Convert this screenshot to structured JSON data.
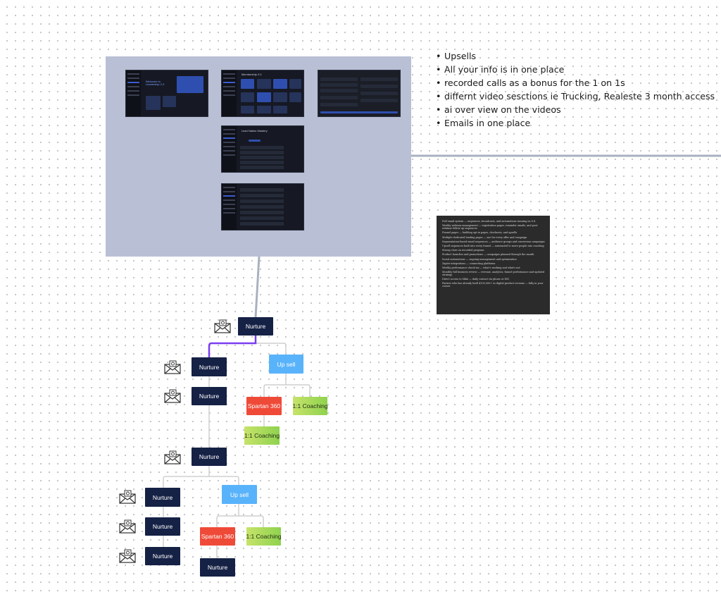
{
  "bullets": [
    "Upsells",
    "All your info is in one place",
    "recorded calls as a bonus  for the 1 on 1s",
    "differnt video sesctions ie Trucking, Realeste 3 month access",
    "ai over view on the videos",
    "Emails in one place"
  ],
  "screens": {
    "welcome_title": "Welcome to Leadership 2.0",
    "membership_title": "Membership 2.0",
    "course_title": "Lead Nation Mastery"
  },
  "notes": [
    "Full email system — sequences, broadcasts, and automations running on 8.4",
    "Weekly webinar management — registration pages, reminder emails, and post-webinar follow-up sequences",
    "Funnel pages — building opt-in pages, checkouts, and upsells",
    "Multiple dedicated landing pages — one for every offer and campaign",
    "Segmentation-based email sequences — audience groups and conversion campaigns",
    "Upsell sequences built into every funnel — automated to move people into coaching",
    "Strong close on recorded program",
    "Product launches and promotions — campaigns planned through the month",
    "Social automations — ongoing management and optimization",
    "Zapier integrations — connecting platforms",
    "Weekly performance check-ins — what's working and what's not",
    "Monthly full business review — revenue, analytics, funnel performance and updated strategy",
    "Direct access to Mike — daily contact via phone or DM",
    "Partner who has already built $100,000+ in digital product revenue — fully in your corner"
  ],
  "flow": {
    "nurture": "Nurture",
    "up_sell": "Up sell",
    "up_sell_alt": "Up sell",
    "spartan": "Spartan 360",
    "coaching": "1:1 Coaching"
  },
  "colors": {
    "frame": "#b9bfd4",
    "navy_node": "#152145",
    "upsell_node": "#59b3fb",
    "spartan_node": "#ef4a38",
    "coaching_node": "#9ed955",
    "highlight_connector": "#7a3df0",
    "connector": "#cfcfcf"
  },
  "icons": [
    "envelope-icon"
  ]
}
